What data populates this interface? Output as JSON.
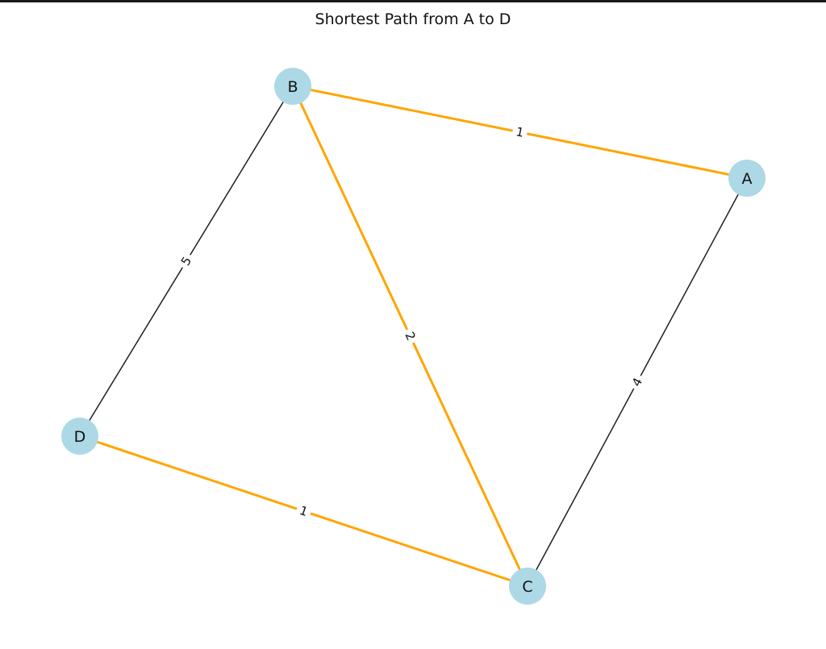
{
  "title": "Shortest Path from A to D",
  "colors": {
    "node_fill": "#add8e6",
    "path_edge": "#ffa500",
    "normal_edge": "#1f1f1f",
    "label_bg": "#ffffff"
  },
  "nodes": [
    {
      "id": "A",
      "label": "A"
    },
    {
      "id": "B",
      "label": "B"
    },
    {
      "id": "C",
      "label": "C"
    },
    {
      "id": "D",
      "label": "D"
    }
  ],
  "edges": [
    {
      "from": "B",
      "to": "A",
      "weight": "1",
      "on_shortest_path": true
    },
    {
      "from": "B",
      "to": "C",
      "weight": "2",
      "on_shortest_path": true
    },
    {
      "from": "D",
      "to": "C",
      "weight": "1",
      "on_shortest_path": true
    },
    {
      "from": "B",
      "to": "D",
      "weight": "5",
      "on_shortest_path": false
    },
    {
      "from": "A",
      "to": "C",
      "weight": "4",
      "on_shortest_path": false
    }
  ]
}
